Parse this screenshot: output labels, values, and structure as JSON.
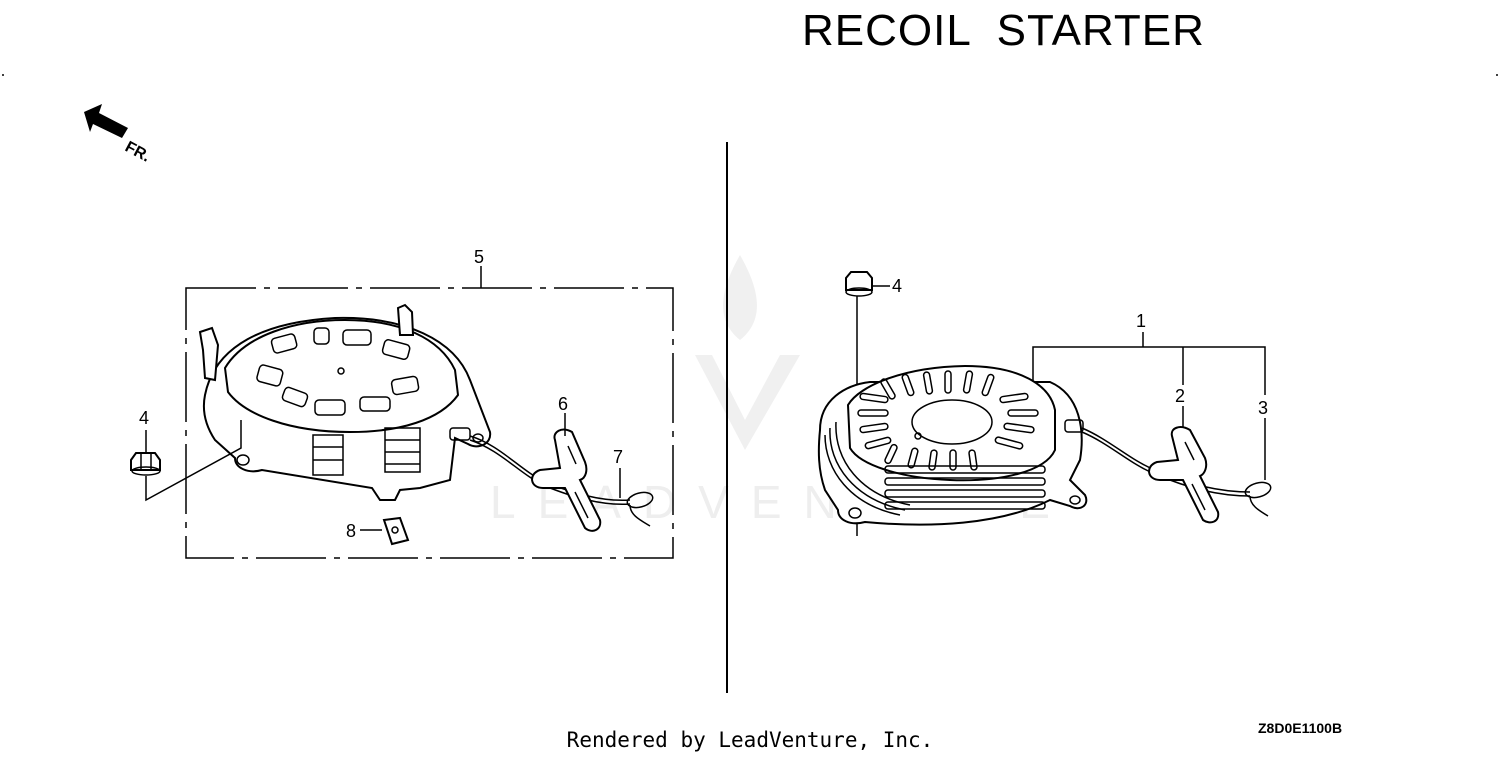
{
  "diagram": {
    "title": "RECOIL  STARTER",
    "direction_label": "FR.",
    "drawing_code": "Z8D0E1100B",
    "watermark": "LEADVENTURE",
    "footer": "Rendered by LeadVenture, Inc.",
    "callouts_left": [
      {
        "id": "5",
        "label": "5"
      },
      {
        "id": "4",
        "label": "4"
      },
      {
        "id": "6",
        "label": "6"
      },
      {
        "id": "7",
        "label": "7"
      },
      {
        "id": "8",
        "label": "8"
      }
    ],
    "callouts_right": [
      {
        "id": "4",
        "label": "4"
      },
      {
        "id": "1",
        "label": "1"
      },
      {
        "id": "2",
        "label": "2"
      },
      {
        "id": "3",
        "label": "3"
      }
    ]
  }
}
